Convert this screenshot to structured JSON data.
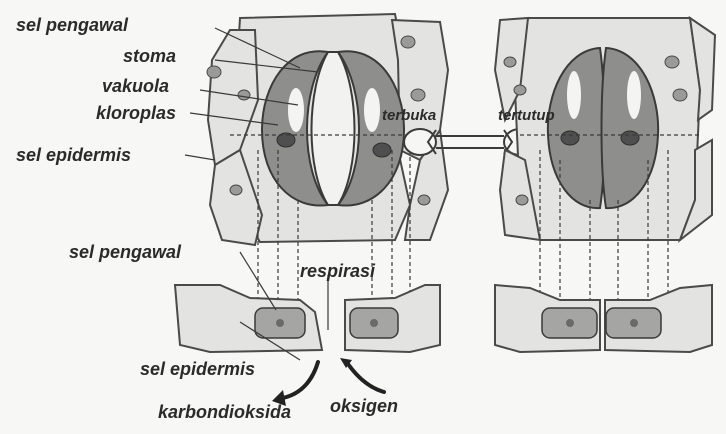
{
  "labels": {
    "sel_pengawal_top": "sel pengawal",
    "stoma": "stoma",
    "vakuola": "vakuola",
    "kloroplas": "kloroplas",
    "sel_epidermis_top": "sel epidermis",
    "terbuka": "terbuka",
    "tertutup": "tertutup",
    "sel_pengawal_bottom": "sel pengawal",
    "respirasi": "respirasi",
    "sel_epidermis_bottom": "sel epidermis",
    "karbondioksida": "karbondioksida",
    "oksigen": "oksigen"
  },
  "colors": {
    "outline": "#4a4a4a",
    "cell_fill": "#e3e3e1",
    "guard_fill": "#8e8e8c",
    "guard_dark": "#6f6f6d",
    "nucleus": "#4f4f4f",
    "vacuole": "#f4f4f2",
    "label": "#2b2b2b"
  }
}
